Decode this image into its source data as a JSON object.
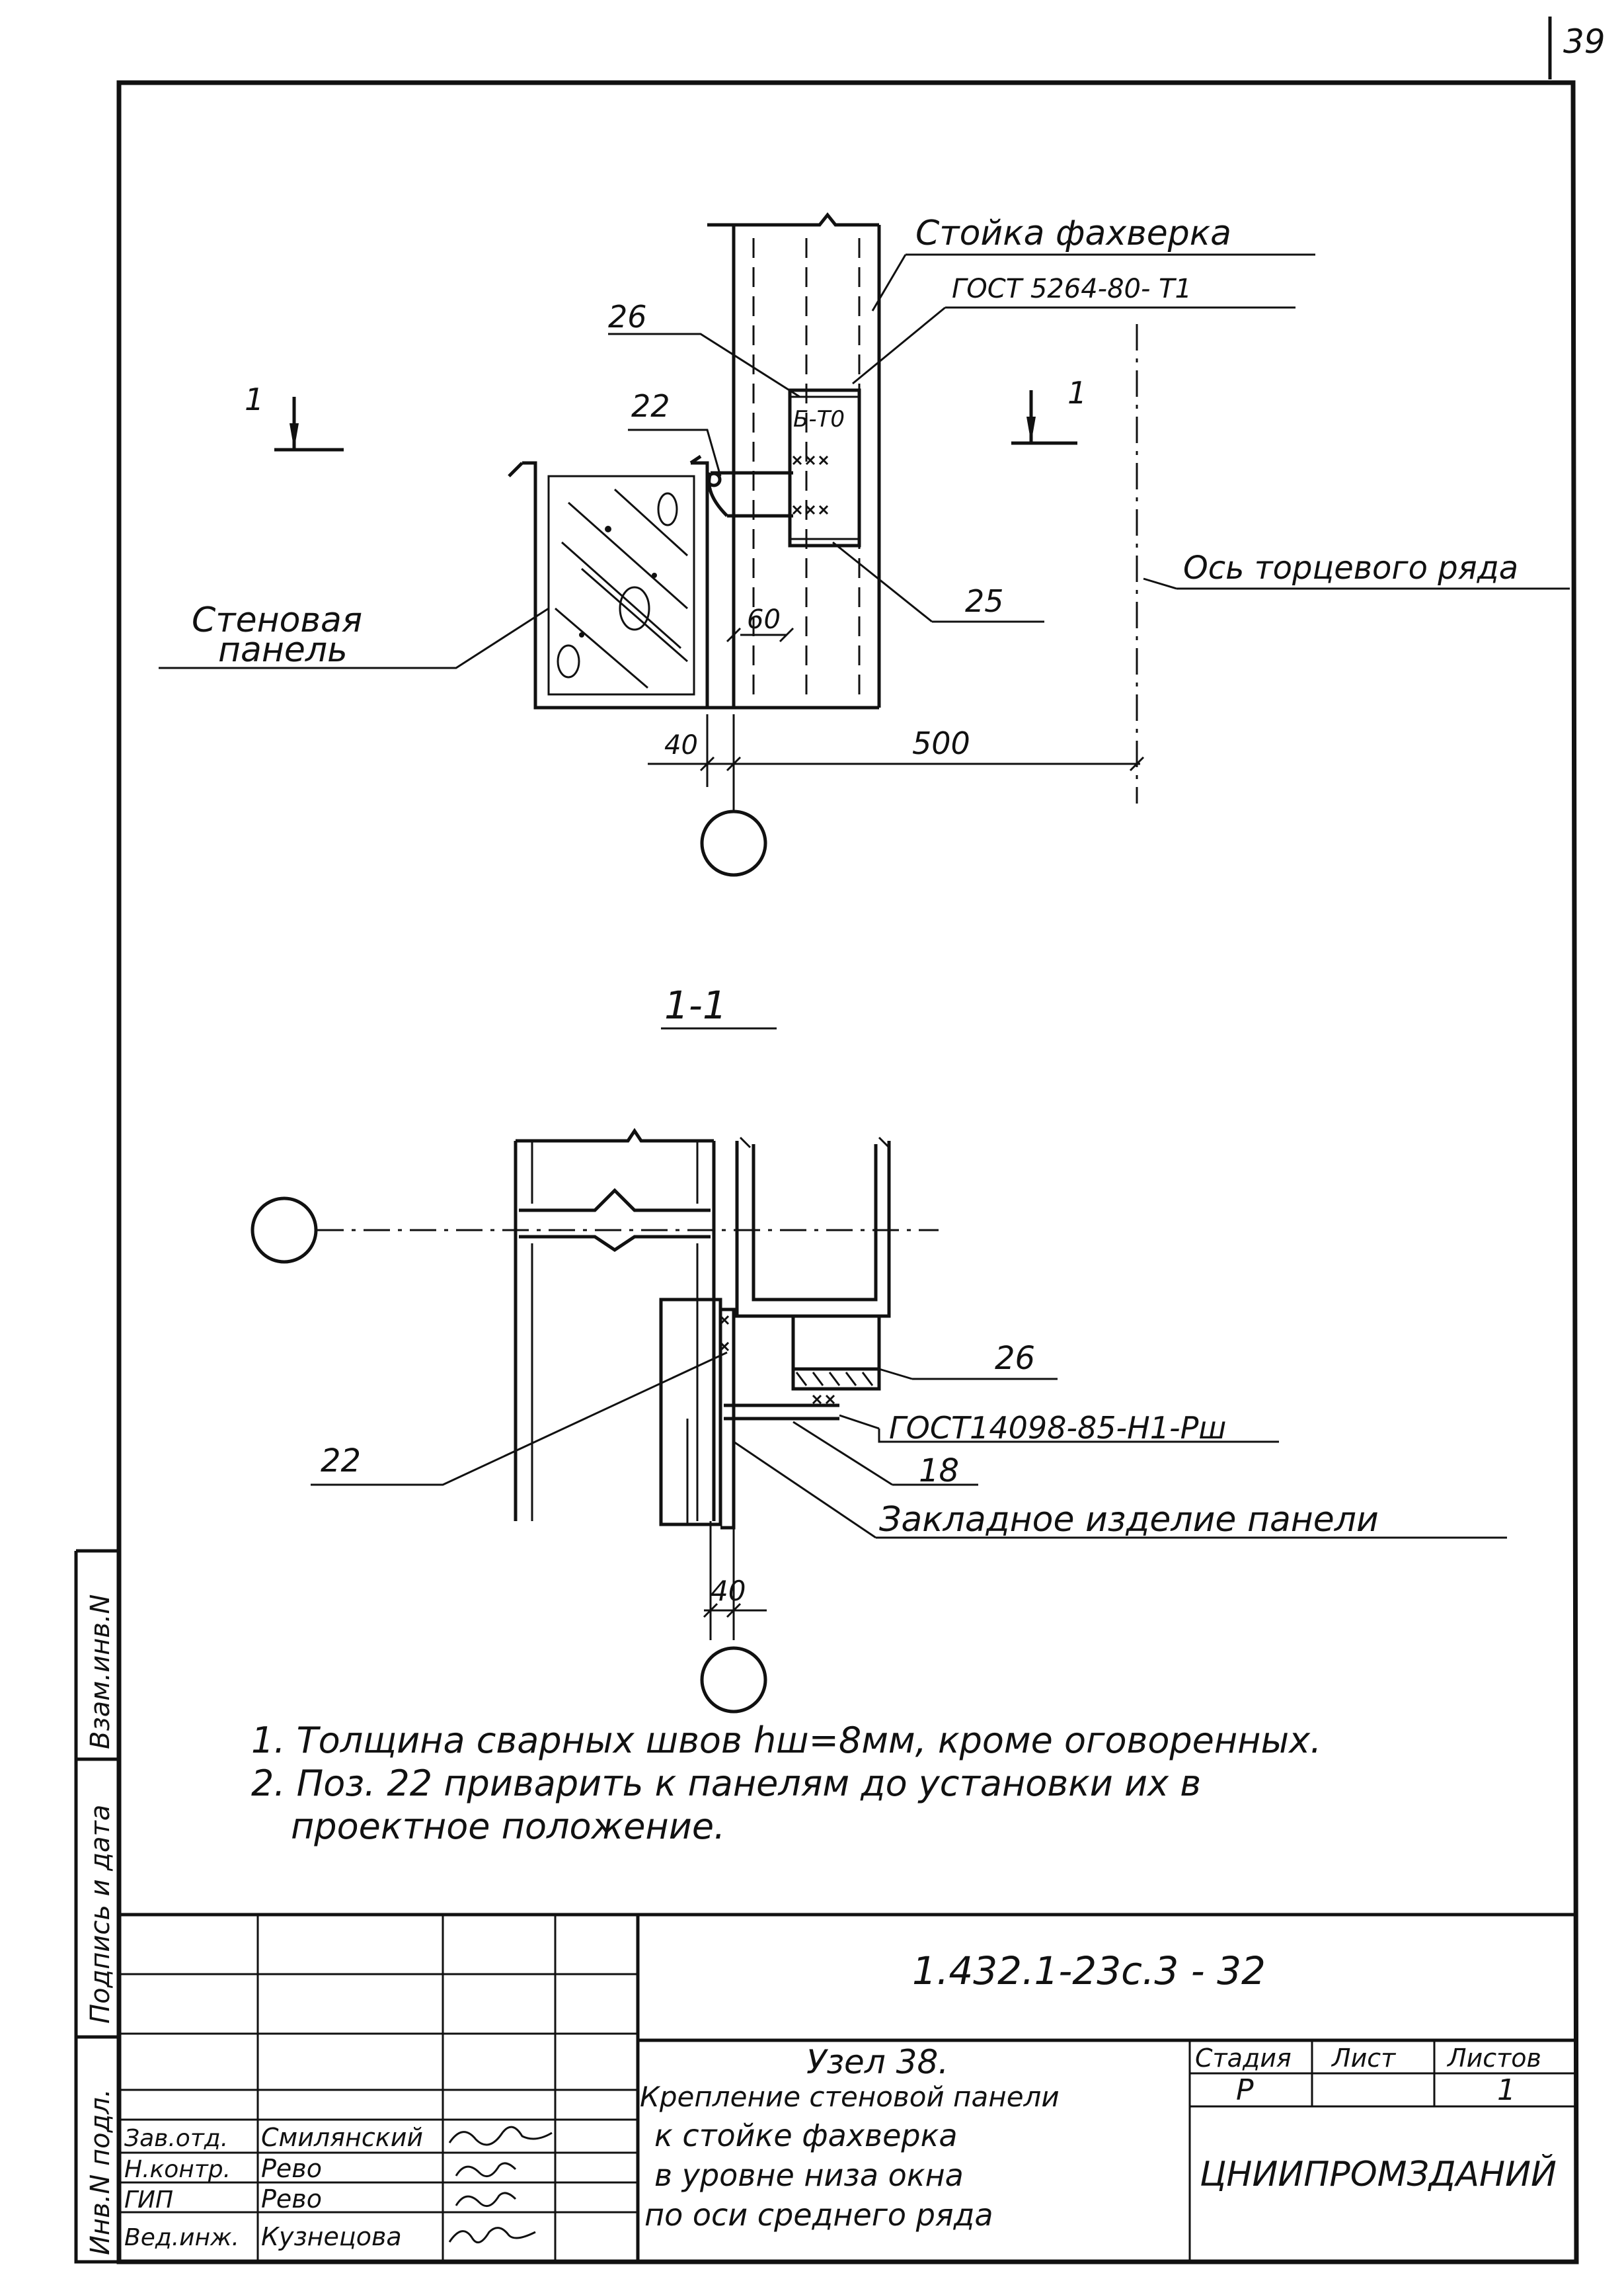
{
  "sheet": {
    "page_number": "39"
  },
  "top_view": {
    "column_label": "Стойка фахверка",
    "gost_column": "ГОСТ 5264-80- Т1",
    "weld_mark": "Б-Т0",
    "pos_26": "26",
    "pos_22": "22",
    "pos_25": "25",
    "panel_label_line1": "Стеновая",
    "panel_label_line2": "панель",
    "axis_label": "Ось торцевого ряда",
    "section_mark": "1",
    "dim_60": "60",
    "dim_40": "40",
    "dim_500": "500"
  },
  "section_view": {
    "title": "1-1",
    "pos_26": "26",
    "pos_22": "22",
    "pos_18": "18",
    "gost_weld": "ГОСТ14098-85-Н1-Рш",
    "embedded_label": "Закладное изделие панели",
    "dim_40": "40"
  },
  "notes": {
    "line1": "1.  Толщина сварных  швов hш=8мм,  кроме оговоренных.",
    "line2": "2.  Поз. 22 приварить к панелям до установки  их в",
    "line3": "проектное  положение."
  },
  "side_stamp": {
    "cell1": "Взам.инв.N",
    "cell2": "Подпись и дата",
    "cell3": "Инв.N подл."
  },
  "title_block": {
    "doc_code": "1.432.1-23с.3 - 32",
    "title_line1": "Узел 38.",
    "title_line2": "Крепление стеновой панели",
    "title_line3": "к стойке фахверка",
    "title_line4": "в уровне  низа  окна",
    "title_line5": "по оси среднего  ряда",
    "stage_header": "Стадия",
    "sheet_header": "Лист",
    "sheets_header": "Листов",
    "stage_value": "Р",
    "sheets_value": "1",
    "organization": "ЦНИИПРОМЗДАНИЙ",
    "roles": [
      {
        "role": "Зав.отд.",
        "name": "Смилянский"
      },
      {
        "role": "Н.контр.",
        "name": "Рево"
      },
      {
        "role": "ГИП",
        "name": "Рево"
      },
      {
        "role": "Вед.инж.",
        "name": "Кузнецова"
      }
    ]
  }
}
